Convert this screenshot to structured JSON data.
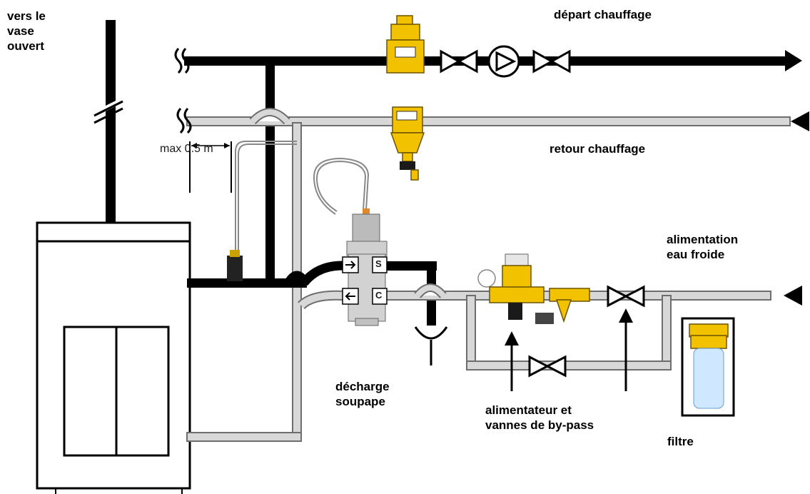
{
  "labels": {
    "to_open_vessel": [
      "vers le",
      "vase",
      "ouvert"
    ],
    "heating_flow": "départ chauffage",
    "heating_return": "retour chauffage",
    "max_distance": "max 0.5 m",
    "cold_water_supply": [
      "alimentation",
      "eau froide"
    ],
    "valve_discharge": [
      "décharge",
      "soupape"
    ],
    "feeder_bypass": [
      "alimentateur et",
      "vannes de by-pass"
    ],
    "filter": "filtre",
    "port_s": "S",
    "port_c": "C"
  },
  "colors": {
    "flow_pipe": "#000000",
    "return_pipe": "#d8d8d8",
    "pipe_outline": "#6e6e6e",
    "brass": "#f2c200",
    "filter_bowl": "#cfe8ff"
  }
}
